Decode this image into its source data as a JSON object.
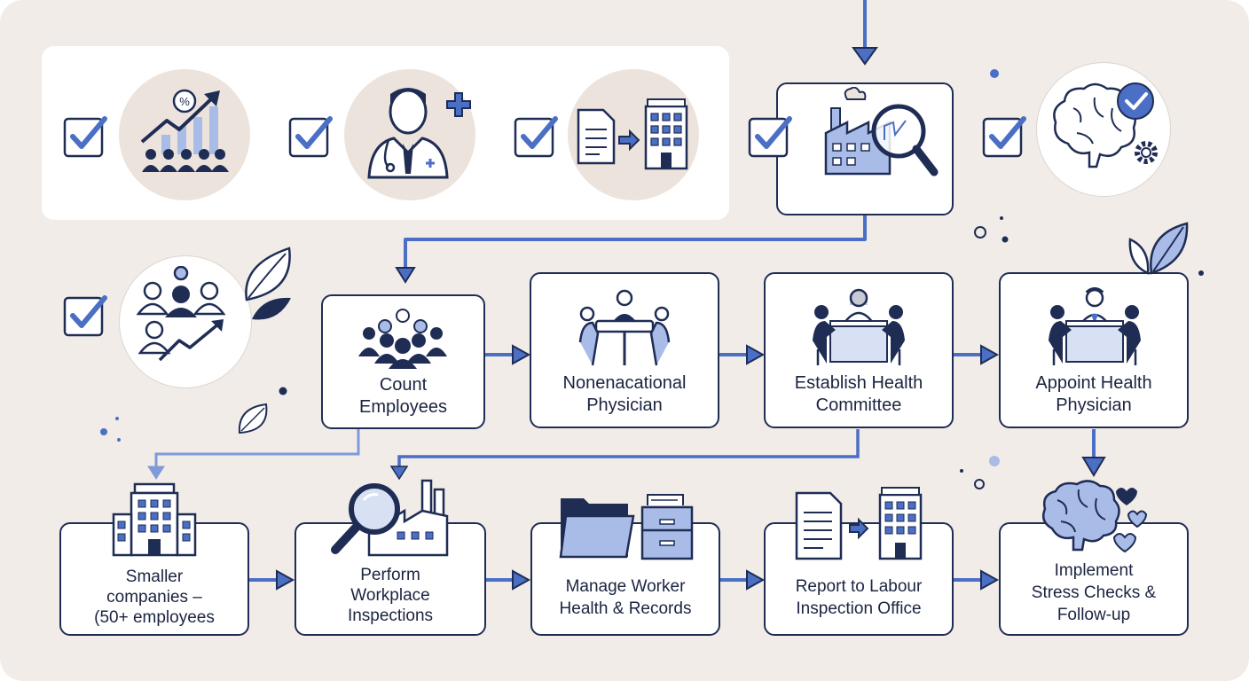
{
  "steps": {
    "count_employees": "Count\nEmployees",
    "nonenacational_physician": "Nonenacational\nPhysician",
    "establish_health_committee": "Establish Health\nCommittee",
    "appoint_health_physician": "Appoint Health\nPhysician",
    "smaller_companies": "Smaller\ncompanies –\n(50+ employees",
    "perform_workplace_inspections": "Perform\nWorkplace\nInspections",
    "manage_worker_health": "Manage Worker\nHealth & Records",
    "report_labour_office": "Report to Labour\nInspection Office",
    "implement_stress_checks": "Implement\nStress Checks &\nFollow-up"
  },
  "icons": {
    "growth_chart": "growth-chart-people-icon",
    "doctor": "doctor-plus-icon",
    "document_to_building": "document-to-building-icon",
    "factory_inspection": "factory-magnifier-icon",
    "brain_check": "brain-check-gear-icon",
    "team_growth": "team-growth-icon",
    "leaf": "leaf-icon",
    "checkbox": "checked-checkbox-icon"
  },
  "colors": {
    "navy": "#1f2d55",
    "accent_blue": "#4a6fc4",
    "light_blue": "#a9bce8",
    "background": "#f1ece8",
    "circle_fill": "#ece3dc"
  }
}
